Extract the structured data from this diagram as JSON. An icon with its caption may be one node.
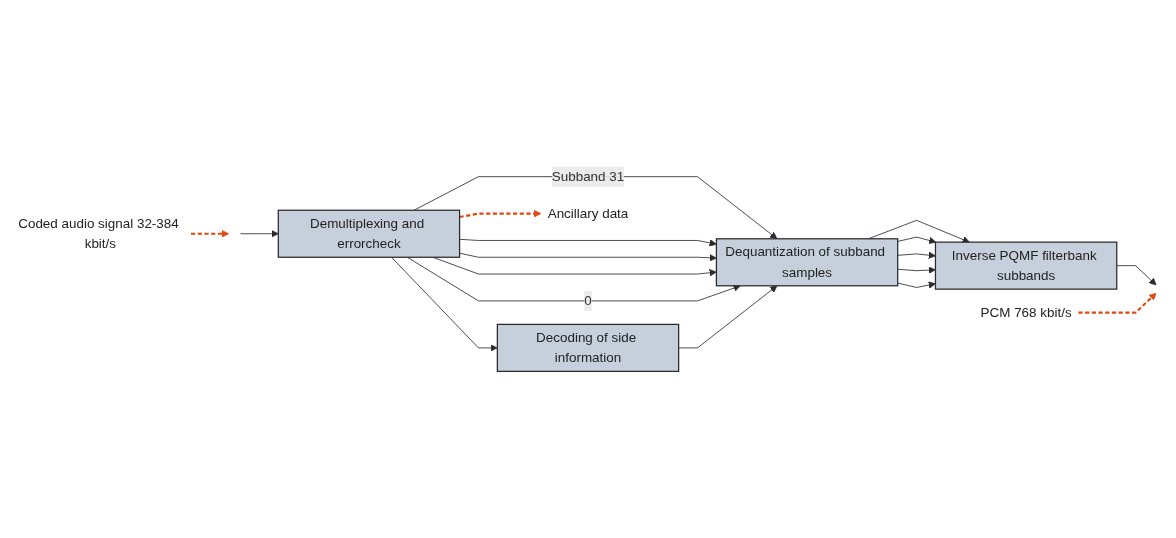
{
  "diagram": {
    "nodes": [
      {
        "text": [
          "Coded audio signal 32-384 kbit/s"
        ]
      },
      {
        "text": [
          "Demultiplexing and errorcheck"
        ]
      },
      {
        "text": [
          "Dequantization of subband samples"
        ]
      },
      {
        "text": [
          "Inverse PQMF filterbank subbands"
        ]
      },
      {
        "text": [
          "Decoding of side information"
        ]
      },
      {
        "text": [
          "PCM 768 kbit/s"
        ]
      },
      {
        "text": [
          "Ancillary data"
        ]
      }
    ],
    "edges": [
      {
        "from": null,
        "to": 1,
        "arrow": "to"
      },
      {
        "from": 1,
        "to": 2,
        "arrow": "to",
        "label": "Subband 31"
      },
      {
        "from": 1,
        "to": 2,
        "arrow": "to"
      },
      {
        "from": 1,
        "to": 2,
        "arrow": "to"
      },
      {
        "from": 1,
        "to": 2,
        "arrow": "to"
      },
      {
        "from": 1,
        "to": 2,
        "arrow": "to",
        "label": "0"
      },
      {
        "from": 2,
        "to": 3,
        "arrow": "to"
      },
      {
        "from": 2,
        "to": 3,
        "arrow": "to"
      },
      {
        "from": 2,
        "to": 3,
        "arrow": "to"
      },
      {
        "from": 2,
        "to": 3,
        "arrow": "to"
      },
      {
        "from": 2,
        "to": 3,
        "arrow": "to"
      },
      {
        "from": 3,
        "to": null,
        "arrow": "to"
      },
      {
        "from": 1,
        "to": 4,
        "arrow": "to"
      },
      {
        "from": 4,
        "to": 2,
        "arrow": "to"
      },
      {
        "from": 0,
        "to": null,
        "arrow": "to",
        "style": "dashed",
        "color": "#e2470f"
      },
      {
        "from": 5,
        "to": null,
        "arrow": "to",
        "style": "dashed",
        "color": "#e2470f"
      },
      {
        "from": 1,
        "to": 6,
        "arrow": "to",
        "style": "dashed",
        "color": "#e2470f"
      }
    ]
  }
}
